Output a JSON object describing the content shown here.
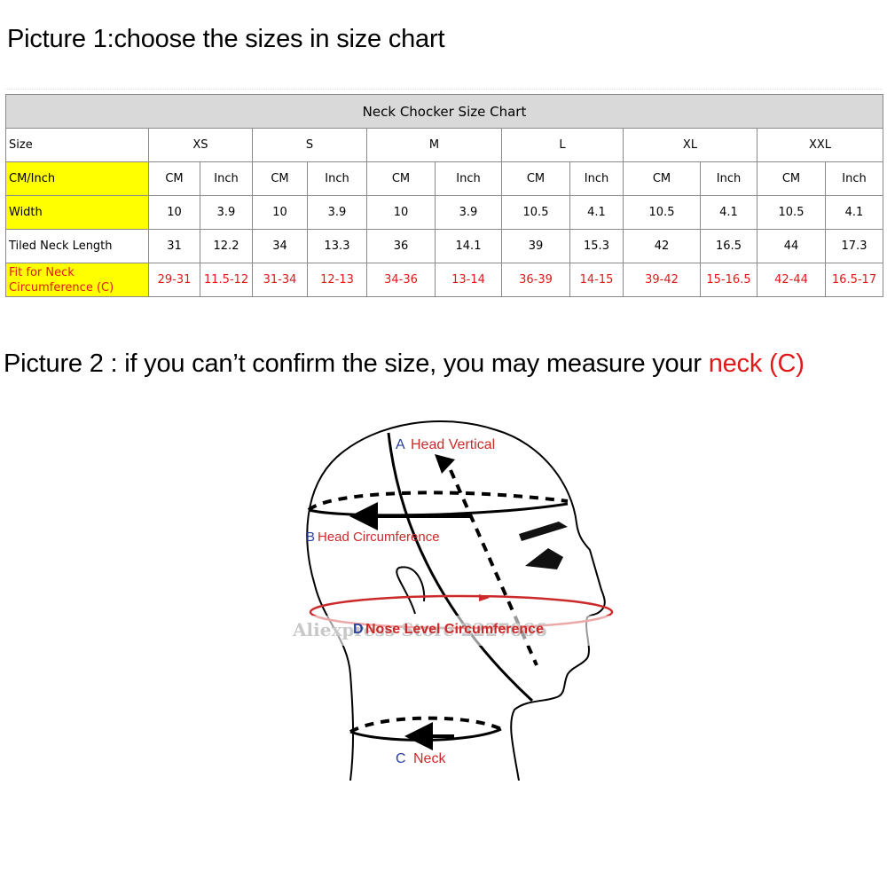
{
  "headings": {
    "picture1": "Picture 1:choose the sizes in size chart",
    "picture2_main": "Picture 2 : if you can’t confirm the size, you may measure your ",
    "picture2_highlight": "neck (C)"
  },
  "table": {
    "title": "Neck Chocker Size Chart",
    "size_label": "Size",
    "sizes": [
      "XS",
      "S",
      "M",
      "L",
      "XL",
      "XXL"
    ],
    "unit_label": "CM/Inch",
    "units": [
      "CM",
      "Inch"
    ],
    "rows": [
      {
        "label": "Width",
        "values": [
          "10",
          "3.9",
          "10",
          "3.9",
          "10",
          "3.9",
          "10.5",
          "4.1",
          "10.5",
          "4.1",
          "10.5",
          "4.1"
        ]
      },
      {
        "label": "Tiled Neck Length",
        "values": [
          "31",
          "12.2",
          "34",
          "13.3",
          "36",
          "14.1",
          "39",
          "15.3",
          "42",
          "16.5",
          "44",
          "17.3"
        ]
      }
    ],
    "fit_label_line1": "Fit for Neck",
    "fit_label_line2": "Circumference (C)",
    "fit_values": [
      "29-31",
      "11.5-12",
      "31-34",
      "12-13",
      "34-36",
      "13-14",
      "36-39",
      "14-15",
      "39-42",
      "15-16.5",
      "42-44",
      "16.5-17"
    ]
  },
  "diagram": {
    "label_a_letter": "A",
    "label_a_text": "Head Vertical",
    "label_b_letter": "B",
    "label_b_text": "Head Circumference",
    "label_d_letter": "D",
    "label_d_text": "Nose Level Circumference",
    "label_c_letter": "C",
    "label_c_text": "Neck",
    "watermark": "Aliexpress Store 2227066",
    "colors": {
      "accent_red": "#e0191b",
      "blue": "#2a3f9c",
      "ring_red": "#cc2a2a"
    }
  }
}
